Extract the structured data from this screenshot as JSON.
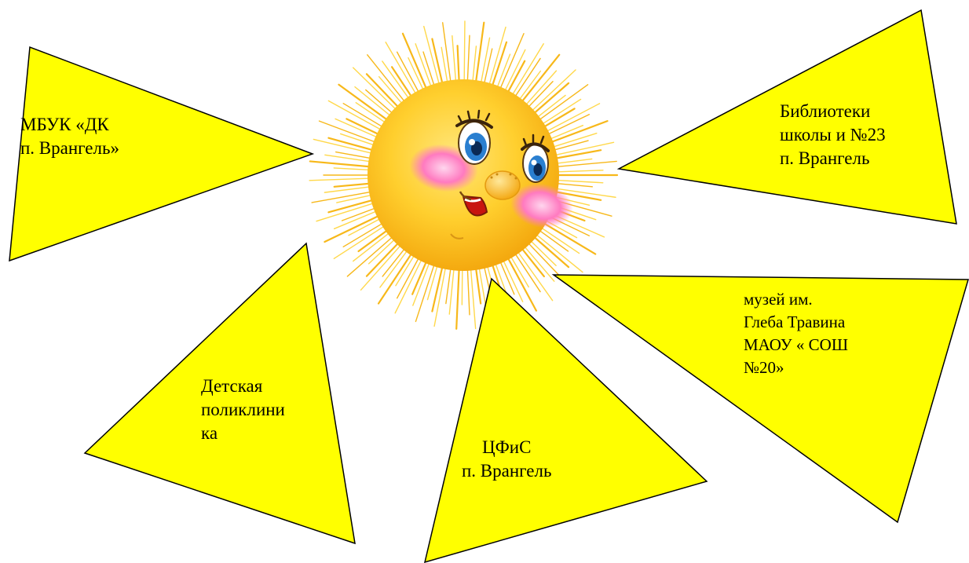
{
  "colors": {
    "triangle_fill": "#ffff00",
    "triangle_stroke": "#000000",
    "sun_core": "#ffc61a",
    "sun_rays": "#ffd23c",
    "cheeks": "#ff6fb5",
    "eyes": "#1e73c8"
  },
  "icons": [
    "smiling-sun-icon"
  ],
  "nodes": {
    "mbuk": "МБУК «ДК\nп. Врангель»",
    "library": "Библиотеки\nшколы и №23\nп. Врангель",
    "museum": "музей им.\nГлеба Травина\nМАОУ « СОШ\n№20»",
    "polyclinic": "Детская\nполиклини\nка",
    "cfis": "ЦФиС\nп. Врангель"
  }
}
